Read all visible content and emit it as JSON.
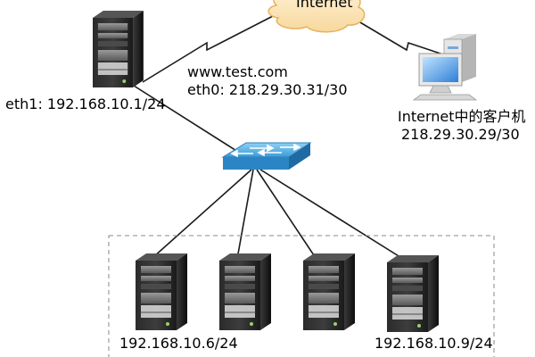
{
  "internet": {
    "label": "Internet"
  },
  "gateway": {
    "eth1": "eth1: 192.168.10.1/24",
    "domain": "www.test.com",
    "eth0": "eth0: 218.29.30.31/30"
  },
  "client": {
    "name": "Internet中的客户机",
    "ip": "218.29.30.29/30"
  },
  "lan": {
    "servers": [
      {
        "ip": "192.168.10.6/24"
      },
      {
        "ip": ""
      },
      {
        "ip": ""
      },
      {
        "ip": "192.168.10.9/24"
      }
    ]
  },
  "colors": {
    "line": "#1a1a1a",
    "cloud": "#fbe3b8",
    "switch": "#4aa3d8",
    "box": "#7a7a7a"
  }
}
